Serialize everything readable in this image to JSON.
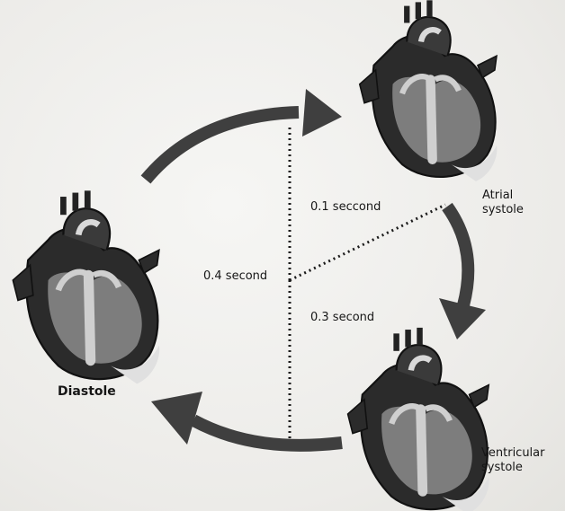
{
  "stages": {
    "diastole": "Diastole",
    "atrial_systole": [
      "Atrial",
      "systole"
    ],
    "ventricular_systole": [
      "Ventricular",
      "systole"
    ]
  },
  "durations": {
    "atrial": "0.1 seccond",
    "ventricular": "0.3 second",
    "diastole": "0.4 second"
  },
  "colors": {
    "arrow": "#3f3f3f",
    "heart_dark": "#2b2b2b",
    "heart_mid": "#7d7d7d",
    "heart_light": "#cfcfcf"
  }
}
